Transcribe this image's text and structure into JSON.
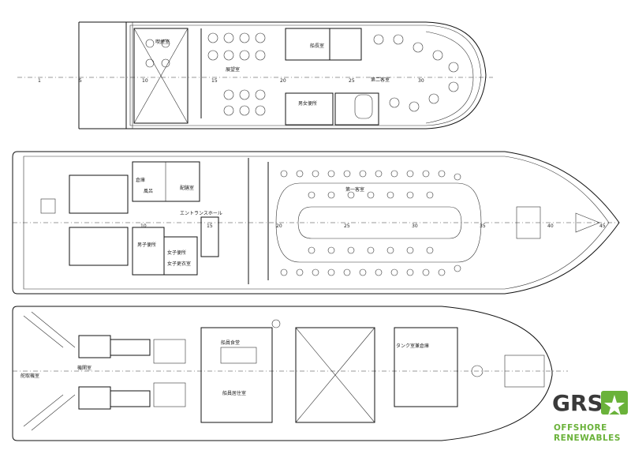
{
  "logo": {
    "brand": "GRS",
    "line1": "OFFSHORE",
    "line2": "RENEWABLES",
    "brand_color": "#3a3a3a",
    "accent_color": "#6ab23a"
  },
  "upper_deck": {
    "labels": {
      "smoking_room": "喫煙室",
      "observation_room": "展望室",
      "wheelhouse": "船長室",
      "second_cabin": "第二客室",
      "toilet": "男女便所"
    },
    "frames": [
      "1",
      "5",
      "10",
      "15",
      "20",
      "25",
      "30"
    ]
  },
  "main_deck": {
    "labels": {
      "first_cabin": "第一客室",
      "entrance_hall": "エントランスホール",
      "mens_toilet": "男子便所",
      "womens_toilet": "女子便所",
      "bath": "風呂",
      "galley": "配膳室",
      "womens_room": "女子更衣室",
      "store": "倉庫"
    },
    "frames": [
      "10",
      "15",
      "20",
      "25",
      "30",
      "35",
      "40",
      "45"
    ]
  },
  "lower_deck": {
    "labels": {
      "engine_room": "機関室",
      "steering_room": "舵取機室",
      "crew_mess": "船員食堂",
      "crew_room": "船員居住室",
      "tank_room": "タンク室兼倉庫"
    }
  }
}
